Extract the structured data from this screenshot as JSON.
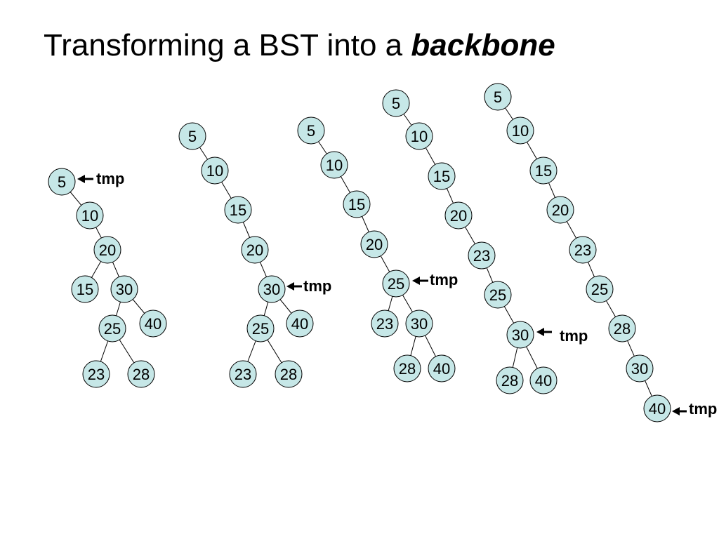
{
  "title": {
    "text": "Transforming a BST into a ",
    "emphasis": "backbone"
  },
  "colors": {
    "node_fill": "#c6e7e7",
    "stroke": "#000000"
  },
  "trees": [
    {
      "nodes": [
        "5",
        "10",
        "20",
        "15",
        "30",
        "25",
        "40",
        "23",
        "28"
      ],
      "pointer": "tmp"
    },
    {
      "nodes": [
        "5",
        "10",
        "15",
        "20",
        "30",
        "25",
        "40",
        "23",
        "28"
      ],
      "pointer": "tmp"
    },
    {
      "nodes": [
        "5",
        "10",
        "15",
        "20",
        "25",
        "23",
        "30",
        "28",
        "40"
      ],
      "pointer": "tmp"
    },
    {
      "nodes": [
        "5",
        "10",
        "15",
        "20",
        "23",
        "25",
        "30",
        "28",
        "40"
      ],
      "pointer": "tmp"
    },
    {
      "nodes": [
        "5",
        "10",
        "15",
        "20",
        "23",
        "25",
        "28",
        "30",
        "40"
      ],
      "pointer": "tmp"
    }
  ]
}
